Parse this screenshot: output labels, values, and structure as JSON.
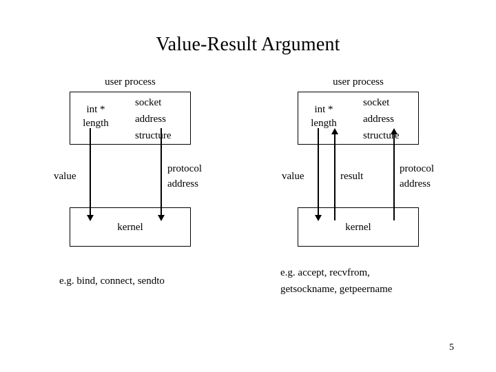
{
  "slide": {
    "title": "Value-Result Argument",
    "page_number": "5",
    "background_color": "#ffffff",
    "text_color": "#000000"
  },
  "left_diagram": {
    "name": "value-only-call",
    "top_caption": "user process",
    "user_process_box": {
      "label_left": "int *\nlength",
      "label_left_line1": "int *",
      "label_left_line2": "length",
      "label_right_line1": "socket",
      "label_right_line2": "address",
      "label_right_line3": "structure"
    },
    "kernel_box": {
      "label": "kernel"
    },
    "arrows": [
      {
        "label": "value",
        "direction": "down"
      },
      {
        "label_line1": "protocol",
        "label_line2": "address",
        "direction": "down"
      }
    ],
    "caption": "e.g. bind, connect, sendto"
  },
  "right_diagram": {
    "name": "value-result-call",
    "top_caption": "user process",
    "user_process_box": {
      "label_left_line1": "int *",
      "label_left_line2": "length",
      "label_right_line1": "socket",
      "label_right_line2": "address",
      "label_right_line3": "structure"
    },
    "kernel_box": {
      "label": "kernel"
    },
    "arrows": [
      {
        "label": "value",
        "direction": "down"
      },
      {
        "label": "result",
        "direction": "up"
      },
      {
        "label_line1": "protocol",
        "label_line2": "address",
        "direction": "up"
      }
    ],
    "caption_line1": "e.g. accept, recvfrom,",
    "caption_line2": "getsockname, getpeername"
  }
}
